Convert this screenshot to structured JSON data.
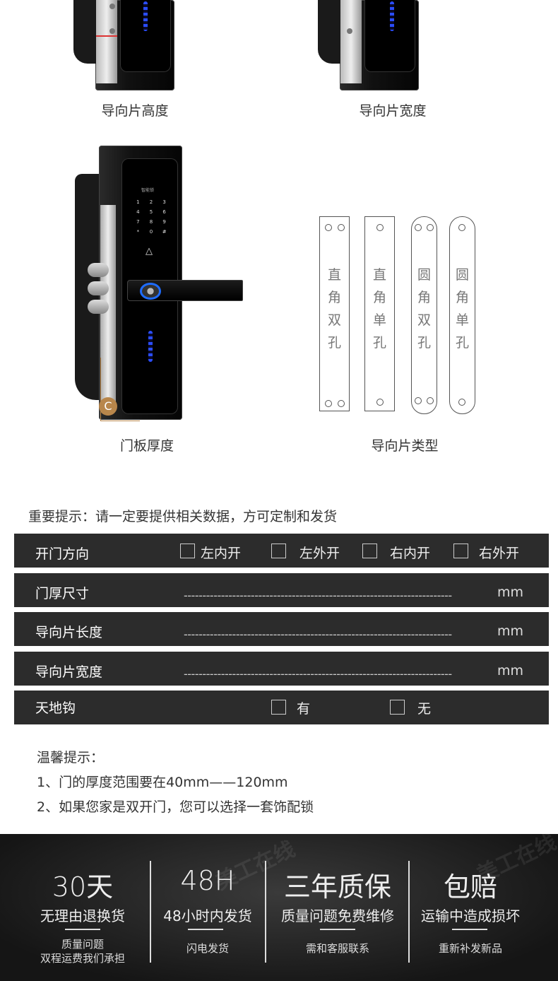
{
  "images": {
    "guide_height": {
      "caption": "导向片高度"
    },
    "guide_width": {
      "caption": "导向片宽度"
    },
    "door_thickness": {
      "caption": "门板厚度",
      "marker": "C"
    },
    "guide_types": {
      "caption": "导向片类型",
      "plates": [
        {
          "label": "直角双孔",
          "shape": "square",
          "holes": 2
        },
        {
          "label": "直角单孔",
          "shape": "square",
          "holes": 1
        },
        {
          "label": "圆角双孔",
          "shape": "rounded",
          "holes": 2
        },
        {
          "label": "圆角单孔",
          "shape": "rounded",
          "holes": 1
        }
      ]
    },
    "keypad": {
      "screen_text": "智能锁",
      "keys": [
        "1",
        "2",
        "3",
        "4",
        "5",
        "6",
        "7",
        "8",
        "9",
        "*",
        "0",
        "#"
      ]
    }
  },
  "notice": "重要提示：请一定要提供相关数据，方可定制和发货",
  "form": {
    "door_direction": {
      "label": "开门方向",
      "options": [
        "左内开",
        "左外开",
        "右内开",
        "右外开"
      ]
    },
    "door_size": {
      "label": "门厚尺寸",
      "dashes": "------------------------------------------------------------------------",
      "unit": "mm"
    },
    "guide_length": {
      "label": "导向片长度",
      "dashes": "------------------------------------------------------------------------",
      "unit": "mm"
    },
    "guide_width": {
      "label": "导向片宽度",
      "dashes": "------------------------------------------------------------------------",
      "unit": "mm"
    },
    "sky_earth_hook": {
      "label": "天地钩",
      "options": [
        "有",
        "无"
      ]
    }
  },
  "tips": {
    "title": "温馨提示：",
    "items": [
      "1、门的厚度范围要在40mm——120mm",
      "2、如果您家是双开门，您可以选择一套饰配锁"
    ]
  },
  "footer": {
    "watermark": "美工在线",
    "columns": [
      {
        "big": "30天",
        "sub": "无理由退换货",
        "small1": "质量问题",
        "small2": "双程运费我们承担"
      },
      {
        "big": "48H",
        "sub": "48小时内发货",
        "small1": "闪电发货",
        "small2": ""
      },
      {
        "big": "三年质保",
        "sub": "质量问题免费维修",
        "small1": "需和客服联系",
        "small2": ""
      },
      {
        "big": "包赔",
        "sub": "运输中造成损坏",
        "small1": "重新补发新品",
        "small2": ""
      }
    ]
  },
  "colors": {
    "row_bg": "#2c2c2c",
    "accent_blue": "#2a4dff",
    "marker_gold": "#b8864b"
  }
}
